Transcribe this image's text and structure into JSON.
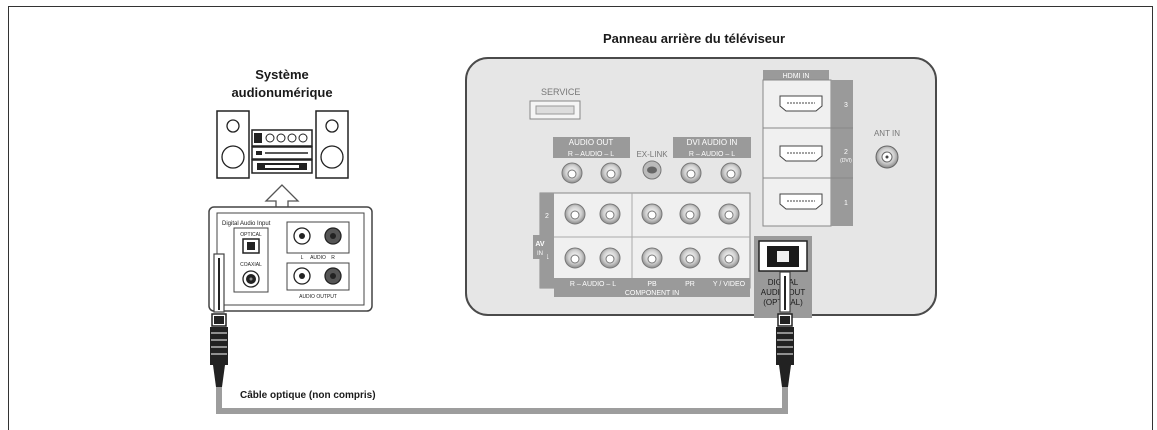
{
  "titles": {
    "tv_panel": "Panneau arrière du téléviseur",
    "audio_system_line1": "Système",
    "audio_system_line2": "audionumérique",
    "cable": "Câble optique (non compris)"
  },
  "audio_device": {
    "digital_audio_input": "Digital Audio Input",
    "optical": "OPTICAL",
    "coaxial": "COAXIAL",
    "audio_l": "L",
    "audio_label": "AUDIO",
    "audio_r": "R",
    "audio_output": "AUDIO OUTPUT"
  },
  "tv": {
    "service": "SERVICE",
    "audio_out": "AUDIO OUT",
    "audio_out_sub": "R  – AUDIO –  L",
    "ex_link": "EX-LINK",
    "dvi_audio_in": "DVI AUDIO IN",
    "dvi_audio_sub": "R  – AUDIO –  L",
    "hdmi_in": "HDMI IN",
    "hdmi_3": "3",
    "hdmi_2": "2",
    "hdmi_dvi": "(DVI)",
    "hdmi_1": "1",
    "ant_in": "ANT IN",
    "row_2": "2",
    "row_1": "1",
    "av_in_line1": "AV",
    "av_in_line2": "IN",
    "comp_audio": "R  – AUDIO –  L",
    "pb": "PB",
    "pr": "PR",
    "y_video": "Y / VIDEO",
    "component_in": "COMPONENT IN",
    "digital_out_1": "DIGITAL",
    "digital_out_2": "AUDIO OUT",
    "digital_out_3": "(OPTICAL)"
  },
  "colors": {
    "panel": "#e6e6e6",
    "panel_border": "#555555",
    "label_bar": "#9a9a9a",
    "cable": "#9d9d9d",
    "text": "#1a1a1a"
  }
}
